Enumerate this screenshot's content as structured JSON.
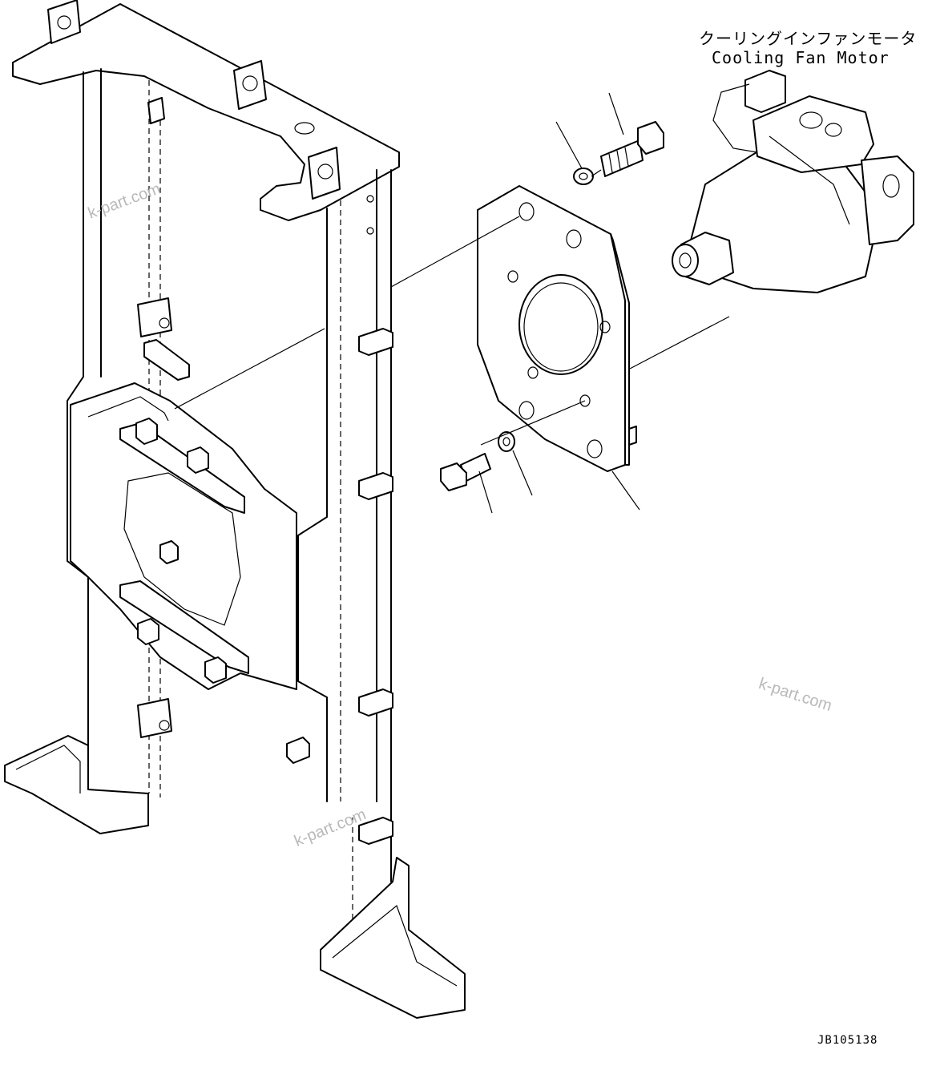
{
  "part_label": {
    "japanese": "クーリングインファンモータ",
    "english": "Cooling Fan Motor"
  },
  "drawing_number": "JB105138",
  "watermarks": [
    "k-part.com",
    "k-part.com",
    "k-part.com"
  ]
}
